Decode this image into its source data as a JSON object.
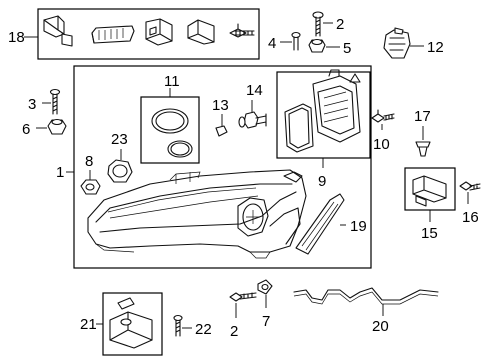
{
  "callouts": {
    "c1": "1",
    "c2a": "2",
    "c2b": "2",
    "c3": "3",
    "c4": "4",
    "c5": "5",
    "c6": "6",
    "c7": "7",
    "c8": "8",
    "c9": "9",
    "c10": "10",
    "c11": "11",
    "c12": "12",
    "c13": "13",
    "c14": "14",
    "c15": "15",
    "c16": "16",
    "c17": "17",
    "c18": "18",
    "c19": "19",
    "c20": "20",
    "c21": "21",
    "c22": "22",
    "c23": "23"
  },
  "icons": [
    "screw-icon",
    "bolt-icon",
    "grommet-icon",
    "nut-icon",
    "bulb-icon",
    "seal-ring-icon",
    "cover-icon",
    "module-icon",
    "hose-icon",
    "clip-icon"
  ]
}
